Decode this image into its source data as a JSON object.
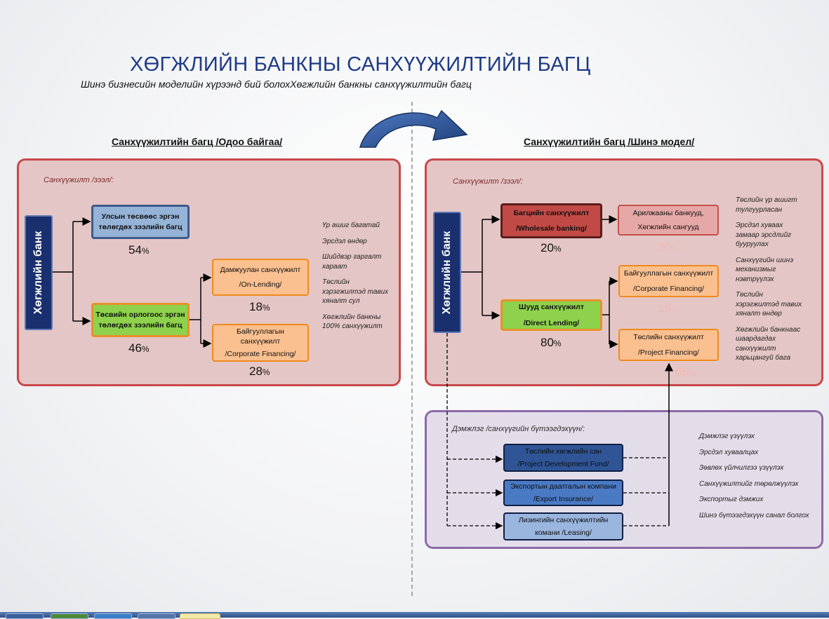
{
  "title": "ХӨГЖЛИЙН БАНКНЫ САНХҮҮЖИЛТИЙН БАГЦ",
  "subtitle": "Шинэ бизнесийн моделийн хүрээнд бий болохХөгжлийн банкны санхүүжилтийн багц",
  "left": {
    "heading": "Санхүүжилтийн багц /Одоо байгаа/",
    "panel_label": "Санхүүжилт /зээл/:",
    "bank": "Хөгжлийн банк",
    "box1": "Улсын төсвөөс эргэн төлөгдөх зээлийн багц",
    "box1_pct": "54",
    "box2": "Төсвийн орлогоос эргэн төлөгдөх зээлийн багц",
    "box2_pct": "46",
    "box3_l1": "Дамжуулан санхүүжилт",
    "box3_l2": "/On-Lending/",
    "box3_pct": "18",
    "box4_l1": "Байгууллагын санхүүжилт",
    "box4_l2": "/Corporate Financing/",
    "box4_pct": "28",
    "pct_sign": "%",
    "notes": [
      "Үр ашиг багатай",
      "Эрсдэл өндөр",
      "Шийдвэр гаргалт хараат",
      "Төслийн хэрэгжилтэд тавих хяналт сул",
      "Хөгжлийн банкны 100% санхүүжилт"
    ]
  },
  "right": {
    "heading": "Санхүүжилтийн багц /Шинэ модел/",
    "panel_label": "Санхүүжилт /зээл/:",
    "bank": "Хөгжлийн банк",
    "wholesale_l1": "Багцийн санхүүжилт",
    "wholesale_l2": "/Wholesale banking/",
    "wholesale_pct": "20",
    "retail_l1": "Арилжааны банкууд,",
    "retail_l2": "Хөгжлийн сангууд",
    "retail_pct": "20",
    "direct_l1": "Шууд санхүүжилт",
    "direct_l2": "/Direct Lending/",
    "direct_pct": "80",
    "corp_l1": "Байгууллагын санхүүжилт",
    "corp_l2": "/Corporate Financing/",
    "corp_pct": "15",
    "proj_l1": "Төслийн санхүүжилт",
    "proj_l2": "/Project Financing/",
    "proj_pct": "65",
    "pct_sign": "%",
    "notes": [
      "Төслийн үр ашигт тулгуурласан",
      "Эрсдэл хуваах замаар эрсдлийг бууруулах",
      "Санхүүгийн шинэ механизмыг нэвтрүүлэх",
      "Төслийн хэрэгжилтэд тавих хяналт өндөр",
      "Хөгжлийн банкнаас шаардагдах санхүүжилт харьцангуй бага"
    ]
  },
  "support": {
    "panel_label": "Дэмжлэг /санхүүгийн бүтээгдэхүүн/:",
    "box1_l1": "Төслийн хөгжлийн сан",
    "box1_l2": "/Project Development Fund/",
    "box2_l1": "Экспортын даатгалын компани",
    "box2_l2": "/Export Insurance/",
    "box3_l1": "Лизингийн санхүүжилтийн",
    "box3_l2": "комани /Leasing/",
    "notes": [
      "Дэмжлэг үзүүлэх",
      "Эрсдэл хуваалцах",
      "Зөвлөх үйлчилгээ үзүүлэх",
      "Санхүүжилтийг төрөлжүүлэх",
      "Экспортыг дэмжих",
      "Шинэ бүтээгдэхүүн санал болгох"
    ]
  },
  "colors": {
    "title": "#1f3b86",
    "panel_red": "#c9484a",
    "panel_purple": "#8c6aa8",
    "bank": "#1a2f6e",
    "arrow": "#2f5597"
  }
}
